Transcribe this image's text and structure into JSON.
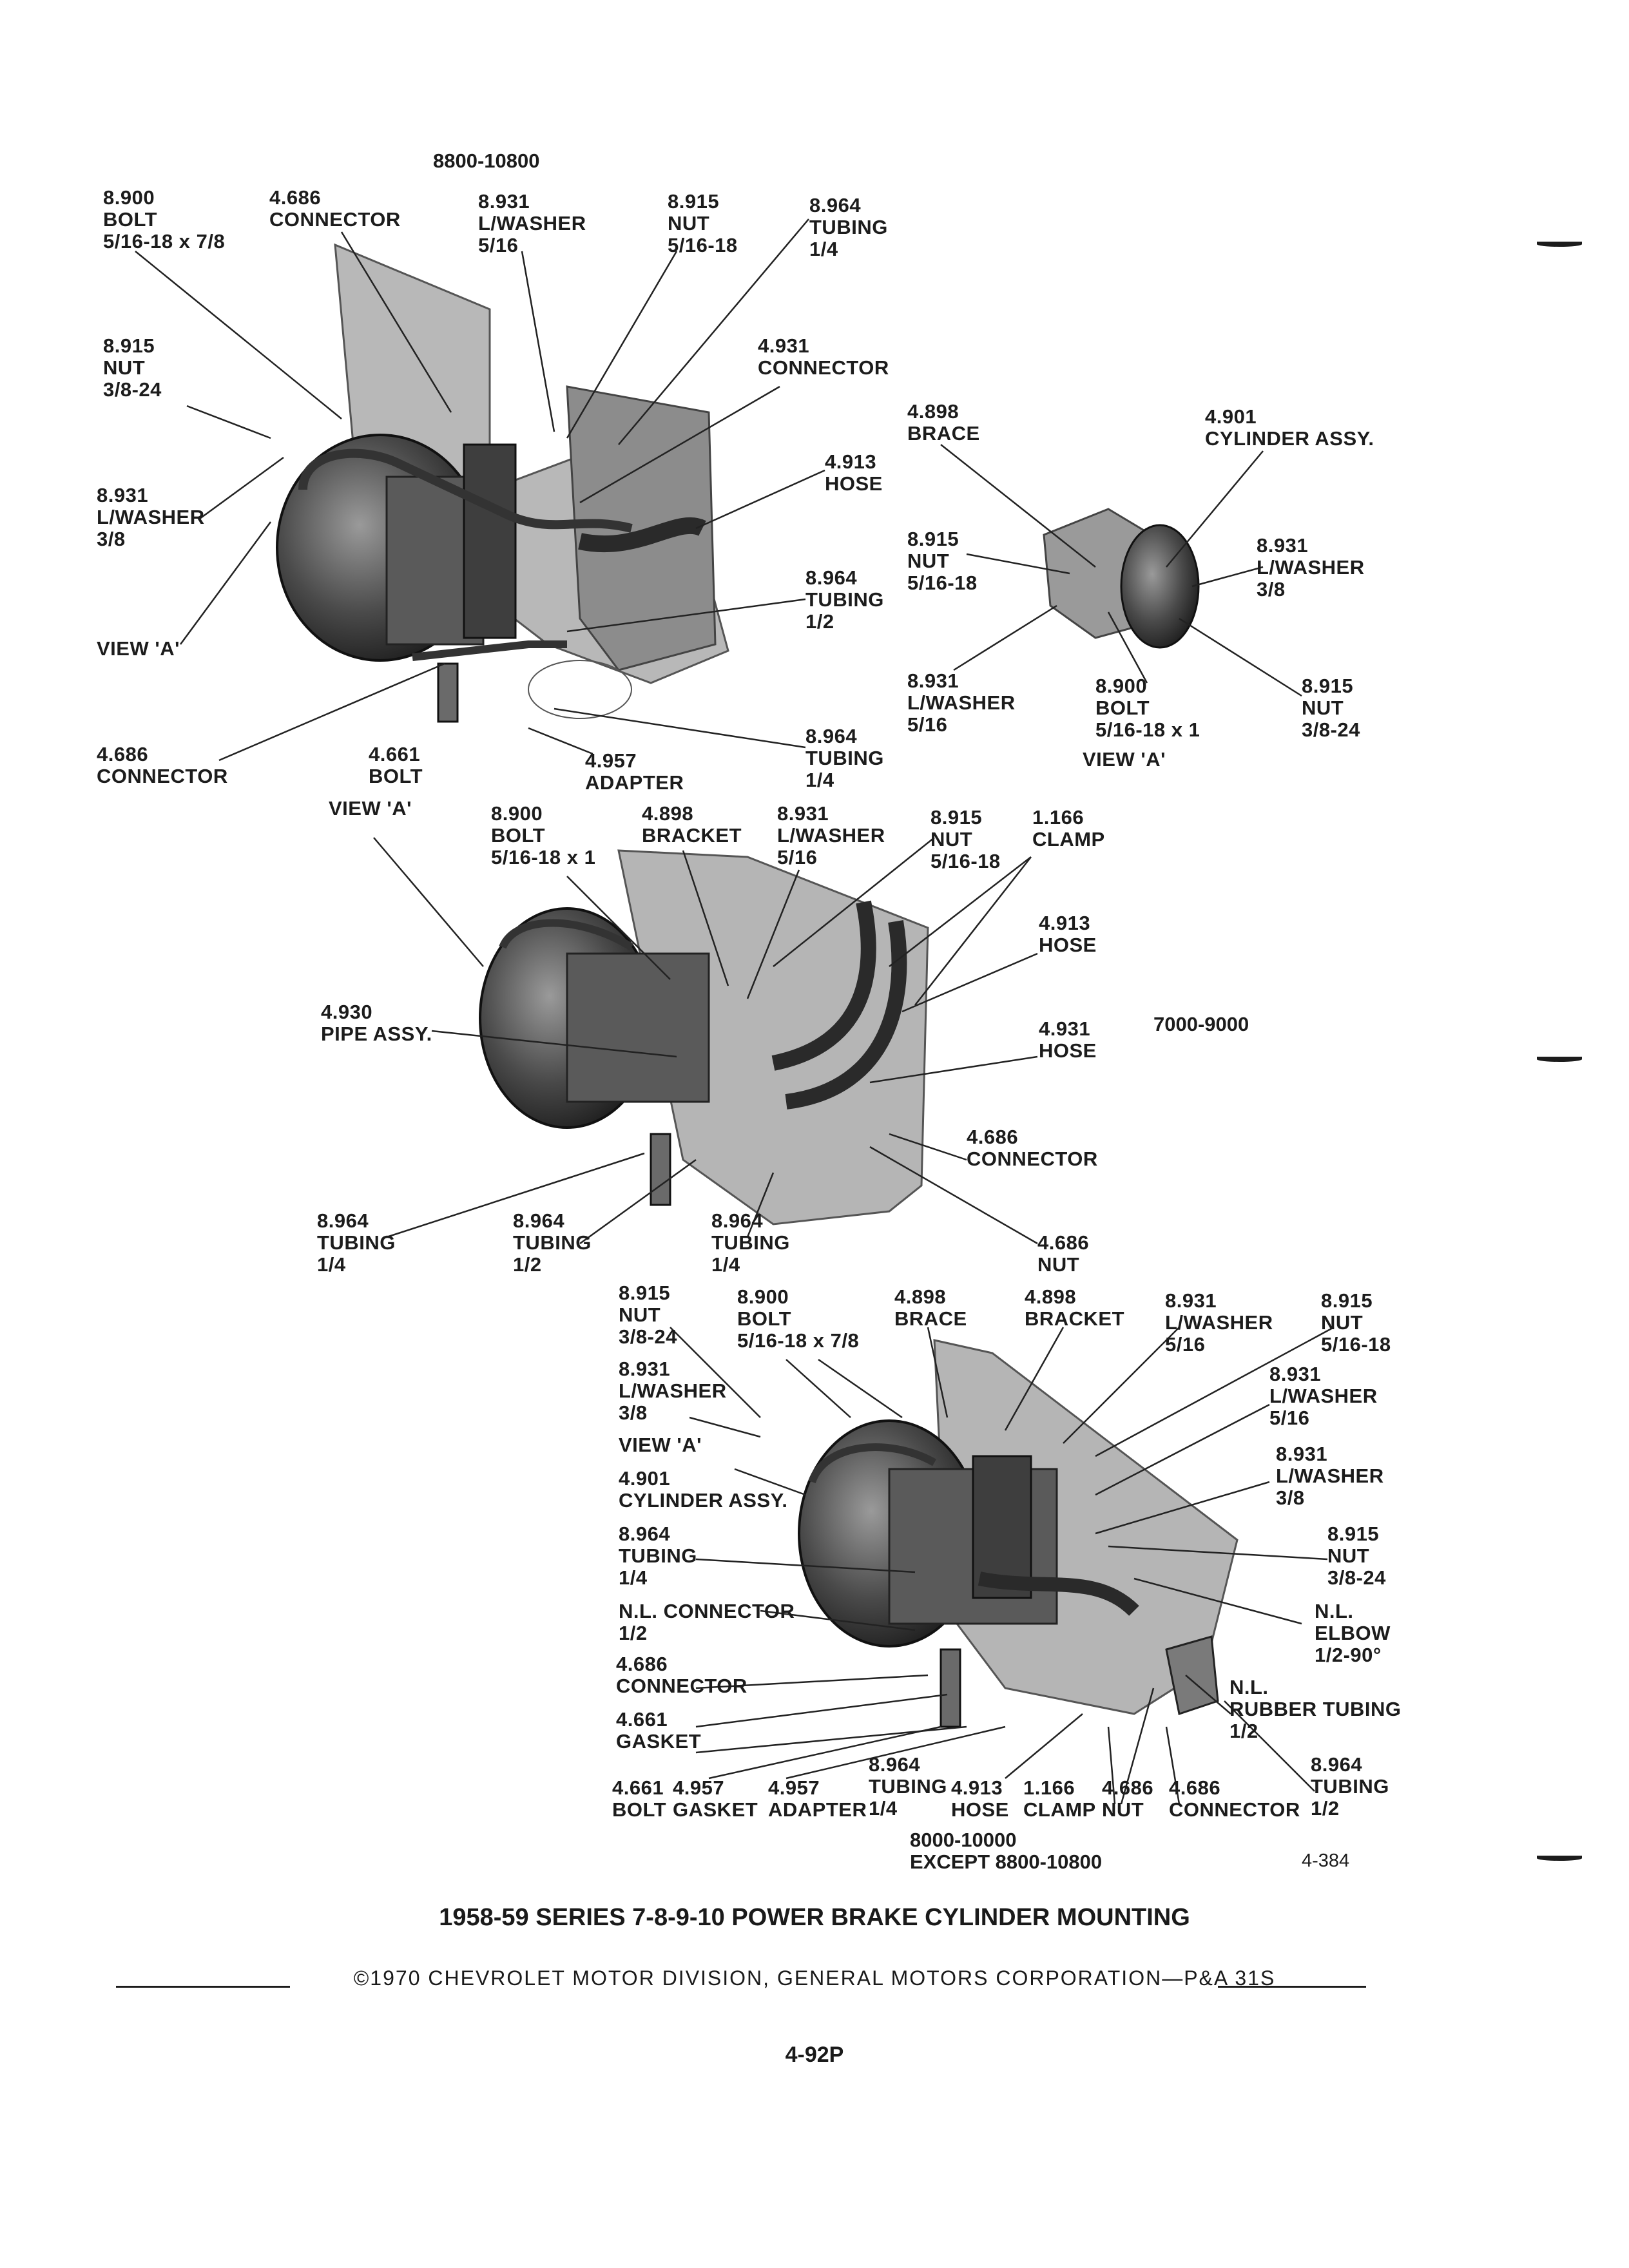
{
  "sections": {
    "top": "8800-10800",
    "middle": "7000-9000",
    "bottom_range": "8000-10000",
    "bottom_except": "EXCEPT 8800-10800",
    "fig_no": "4-384"
  },
  "top_labels": {
    "bolt_a": [
      "8.900",
      "BOLT",
      "5/16-18 x 7/8"
    ],
    "connector_a": [
      "4.686",
      "CONNECTOR"
    ],
    "lwasher_a": [
      "8.931",
      "L/WASHER",
      "5/16"
    ],
    "nut_a": [
      "8.915",
      "NUT",
      "5/16-18"
    ],
    "tubing_a": [
      "8.964",
      "TUBING",
      "1/4"
    ],
    "nut_b": [
      "8.915",
      "NUT",
      "3/8-24"
    ],
    "connector_b": [
      "4.931",
      "CONNECTOR"
    ],
    "hose_a": [
      "4.913",
      "HOSE"
    ],
    "lwasher_b": [
      "8.931",
      "L/WASHER",
      "3/8"
    ],
    "tubing_b": [
      "8.964",
      "TUBING",
      "1/2"
    ],
    "view_a": [
      "VIEW 'A'"
    ],
    "tubing_c": [
      "8.964",
      "TUBING",
      "1/4"
    ],
    "connector_c": [
      "4.686",
      "CONNECTOR"
    ],
    "bolt_b": [
      "4.661",
      "BOLT"
    ],
    "adapter_a": [
      "4.957",
      "ADAPTER"
    ]
  },
  "view_labels": {
    "brace": [
      "4.898",
      "BRACE"
    ],
    "cylinder": [
      "4.901",
      "CYLINDER ASSY."
    ],
    "nut": [
      "8.915",
      "NUT",
      "5/16-18"
    ],
    "lwasher_a": [
      "8.931",
      "L/WASHER",
      "3/8"
    ],
    "lwasher_b": [
      "8.931",
      "L/WASHER",
      "5/16"
    ],
    "bolt": [
      "8.900",
      "BOLT",
      "5/16-18 x 1"
    ],
    "nut_b": [
      "8.915",
      "NUT",
      "3/8-24"
    ],
    "caption": [
      "VIEW 'A'"
    ]
  },
  "middle_labels": {
    "view_a": [
      "VIEW 'A'"
    ],
    "bolt": [
      "8.900",
      "BOLT",
      "5/16-18 x 1"
    ],
    "bracket": [
      "4.898",
      "BRACKET"
    ],
    "lwasher": [
      "8.931",
      "L/WASHER",
      "5/16"
    ],
    "nut": [
      "8.915",
      "NUT",
      "5/16-18"
    ],
    "clamp": [
      "1.166",
      "CLAMP"
    ],
    "hose_a": [
      "4.913",
      "HOSE"
    ],
    "pipe": [
      "4.930",
      "PIPE ASSY."
    ],
    "hose_b": [
      "4.931",
      "HOSE"
    ],
    "connector": [
      "4.686",
      "CONNECTOR"
    ],
    "tubing_a": [
      "8.964",
      "TUBING",
      "1/4"
    ],
    "tubing_b": [
      "8.964",
      "TUBING",
      "1/2"
    ],
    "tubing_c": [
      "8.964",
      "TUBING",
      "1/4"
    ],
    "nut_b": [
      "4.686",
      "NUT"
    ]
  },
  "bottom_labels": {
    "nut_a": [
      "8.915",
      "NUT",
      "3/8-24"
    ],
    "bolt": [
      "8.900",
      "BOLT",
      "5/16-18 x 7/8"
    ],
    "brace": [
      "4.898",
      "BRACE"
    ],
    "bracket": [
      "4.898",
      "BRACKET"
    ],
    "lwasher_a": [
      "8.931",
      "L/WASHER",
      "5/16"
    ],
    "nut_b": [
      "8.915",
      "NUT",
      "5/16-18"
    ],
    "lwasher_b": [
      "8.931",
      "L/WASHER",
      "3/8"
    ],
    "view_a": [
      "VIEW 'A'"
    ],
    "lwasher_c": [
      "8.931",
      "L/WASHER",
      "5/16"
    ],
    "cylinder": [
      "4.901",
      "CYLINDER ASSY."
    ],
    "lwasher_d": [
      "8.931",
      "L/WASHER",
      "3/8"
    ],
    "tubing_a": [
      "8.964",
      "TUBING",
      "1/4"
    ],
    "nut_c": [
      "8.915",
      "NUT",
      "3/8-24"
    ],
    "nl_connector": [
      "N.L. CONNECTOR",
      "1/2"
    ],
    "nl_elbow": [
      "N.L.",
      "ELBOW",
      "1/2-90°"
    ],
    "connector_a": [
      "4.686",
      "CONNECTOR"
    ],
    "nl_rubber": [
      "N.L.",
      "RUBBER TUBING",
      "1/2"
    ],
    "gasket_a": [
      "4.661",
      "GASKET"
    ],
    "tubing_b": [
      "8.964",
      "TUBING",
      "1/4"
    ],
    "tubing_c": [
      "8.964",
      "TUBING",
      "1/2"
    ],
    "bolt_b": [
      "4.661",
      "BOLT"
    ],
    "gasket_b": [
      "4.957",
      "GASKET"
    ],
    "adapter": [
      "4.957",
      "ADAPTER"
    ],
    "hose": [
      "4.913",
      "HOSE"
    ],
    "clamp": [
      "1.166",
      "CLAMP"
    ],
    "nut_d": [
      "4.686",
      "NUT"
    ],
    "connector_b": [
      "4.686",
      "CONNECTOR"
    ]
  },
  "footer": {
    "title": "1958-59 SERIES 7-8-9-10 POWER BRAKE CYLINDER MOUNTING",
    "copyright": "©1970 CHEVROLET MOTOR DIVISION, GENERAL MOTORS CORPORATION—P&A 31S",
    "page": "4-92P"
  }
}
